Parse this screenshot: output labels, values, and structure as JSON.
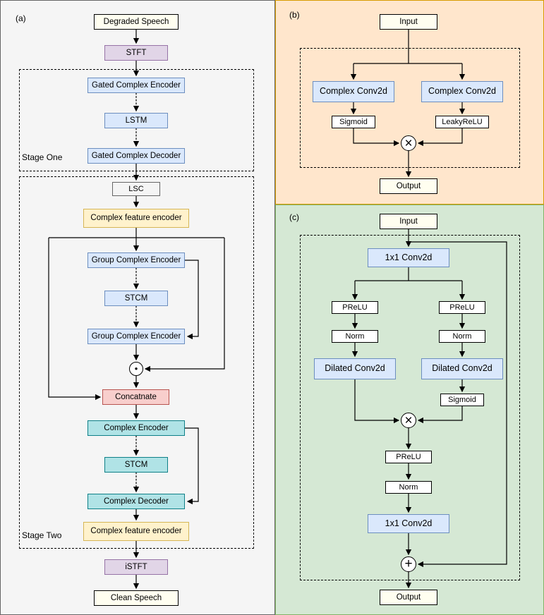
{
  "panels": {
    "a": {
      "label": "(a)",
      "stage_one_label": "Stage One",
      "stage_two_label": "Stage Two",
      "nodes": {
        "degraded_speech": "Degraded Speech",
        "stft": "STFT",
        "gated_complex_encoder": "Gated Complex Encoder",
        "lstm": "LSTM",
        "gated_complex_decoder": "Gated Complex Decoder",
        "lsc": "LSC",
        "complex_feature_encoder_1": "Complex feature encoder",
        "group_complex_encoder_1": "Group Complex Encoder",
        "stcm_1": "STCM",
        "group_complex_encoder_2": "Group Complex Encoder",
        "concatenate": "Concatnate",
        "complex_encoder": "Complex Encoder",
        "stcm_2": "STCM",
        "complex_decoder": "Complex Decoder",
        "complex_feature_encoder_2": "Complex feature encoder",
        "istft": "iSTFT",
        "clean_speech": "Clean Speech"
      }
    },
    "b": {
      "label": "(b)",
      "nodes": {
        "input": "Input",
        "complex_conv2d_left": "Complex Conv2d",
        "complex_conv2d_right": "Complex Conv2d",
        "sigmoid": "Sigmoid",
        "leaky_relu": "LeakyReLU",
        "output": "Output"
      }
    },
    "c": {
      "label": "(c)",
      "nodes": {
        "input": "Input",
        "conv1x1_top": "1x1 Conv2d",
        "prelu_left": "PReLU",
        "prelu_right": "PReLU",
        "norm_left": "Norm",
        "norm_right": "Norm",
        "dilated_conv2d_left": "Dilated Conv2d",
        "dilated_conv2d_right": "Dilated Conv2d",
        "sigmoid": "Sigmoid",
        "prelu_mid": "PReLU",
        "norm_mid": "Norm",
        "conv1x1_bottom": "1x1 Conv2d",
        "output": "Output"
      }
    }
  },
  "icons": {
    "multiply": "×",
    "dot": "●",
    "plus": "+"
  },
  "colors": {
    "panel_a_bg": "#f5f5f5",
    "panel_b_bg": "#ffe6cc",
    "panel_b_border": "#d79b00",
    "panel_c_bg": "#d5e8d4",
    "panel_c_border": "#82b366",
    "blue_fill": "#dae8fc",
    "blue_border": "#6c8ebf",
    "teal_fill": "#b0e3e6",
    "teal_border": "#0e8088",
    "purple_fill": "#e1d5e7",
    "purple_border": "#9673a6",
    "yellow_fill": "#fff2cc",
    "yellow_border": "#d6b656",
    "pink_fill": "#f8cecc",
    "pink_border": "#b85450"
  }
}
